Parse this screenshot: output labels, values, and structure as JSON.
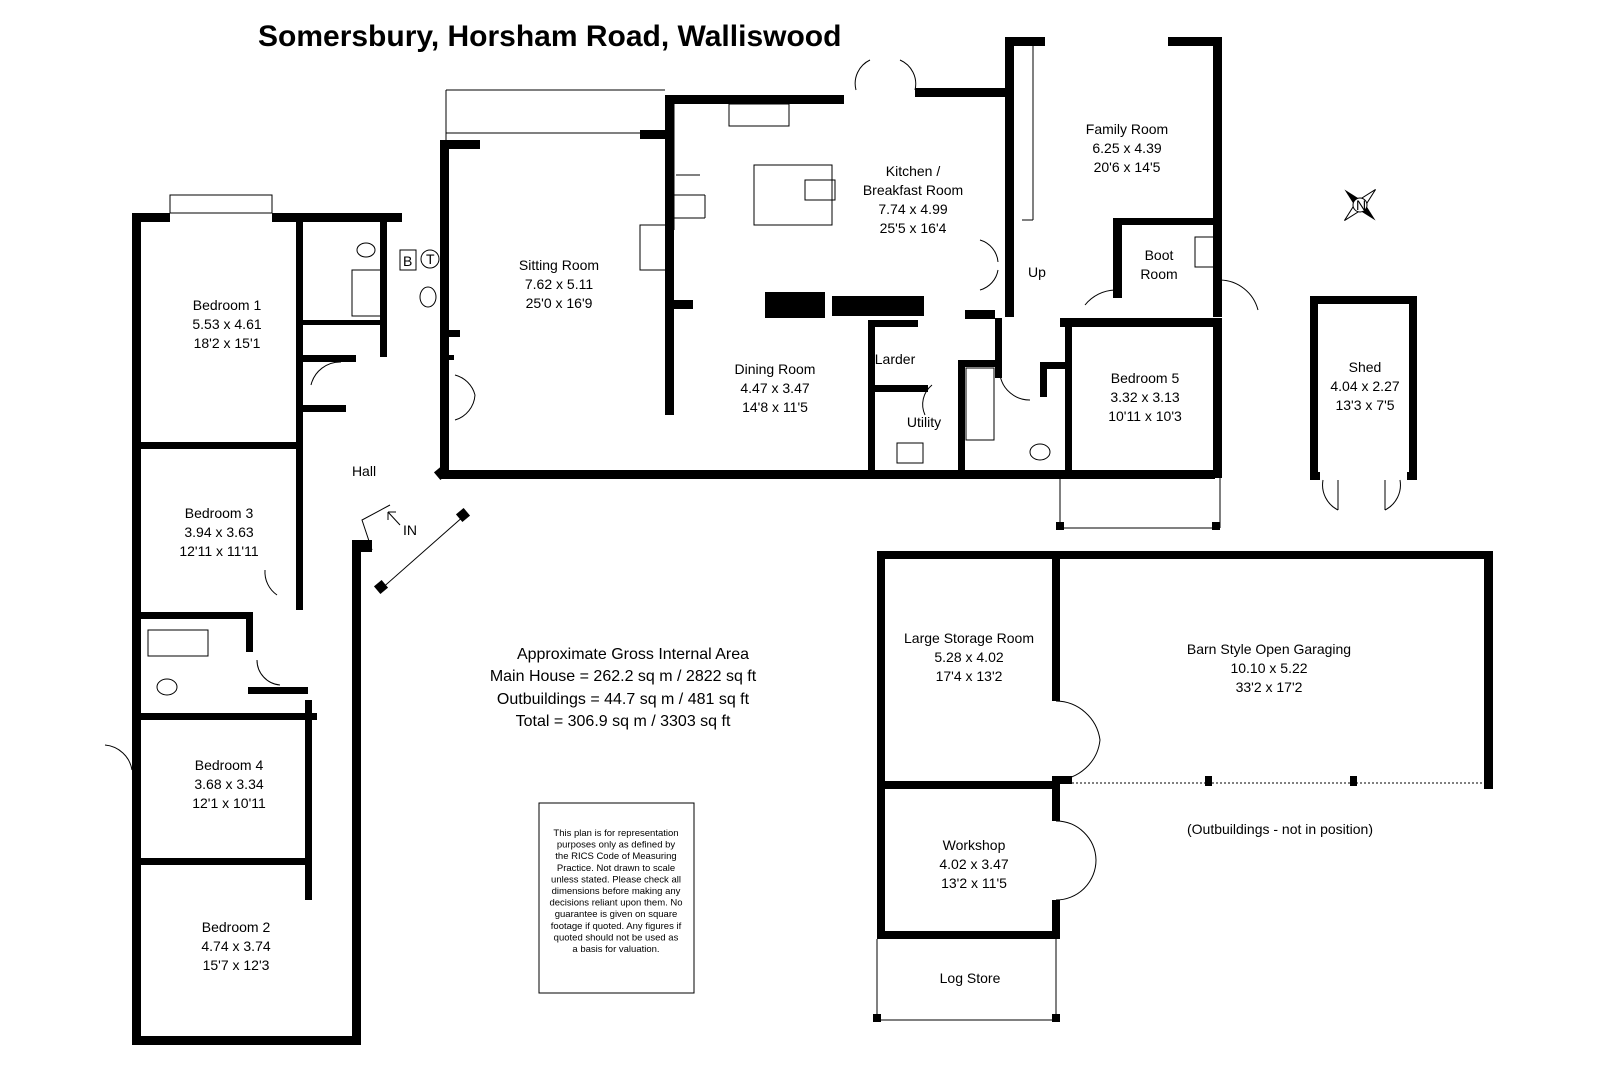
{
  "title": "Somersbury, Horsham Road, Walliswood",
  "rooms": [
    {
      "id": "sitting-room",
      "lines": [
        "Sitting Room",
        "7.62 x 5.11",
        "25'0 x 16'9"
      ]
    },
    {
      "id": "kitchen",
      "lines": [
        "Kitchen /",
        "Breakfast Room",
        "7.74 x 4.99",
        "25'5 x 16'4"
      ]
    },
    {
      "id": "family-room",
      "lines": [
        "Family Room",
        "6.25 x 4.39",
        "20'6 x 14'5"
      ]
    },
    {
      "id": "boot-room",
      "lines": [
        "Boot",
        "Room"
      ]
    },
    {
      "id": "bedroom-1",
      "lines": [
        "Bedroom 1",
        "5.53 x 4.61",
        "18'2 x 15'1"
      ]
    },
    {
      "id": "dining-room",
      "lines": [
        "Dining Room",
        "4.47 x 3.47",
        "14'8 x 11'5"
      ]
    },
    {
      "id": "larder",
      "lines": [
        "Larder"
      ]
    },
    {
      "id": "utility",
      "lines": [
        "Utility"
      ]
    },
    {
      "id": "bedroom-5",
      "lines": [
        "Bedroom 5",
        "3.32 x 3.13",
        "10'11 x 10'3"
      ]
    },
    {
      "id": "hall",
      "lines": [
        "Hall"
      ]
    },
    {
      "id": "bedroom-3",
      "lines": [
        "Bedroom 3",
        "3.94 x 3.63",
        "12'11 x 11'11"
      ]
    },
    {
      "id": "bedroom-4",
      "lines": [
        "Bedroom 4",
        "3.68 x 3.34",
        "12'1 x 10'11"
      ]
    },
    {
      "id": "bedroom-2",
      "lines": [
        "Bedroom 2",
        "4.74 x 3.74",
        "15'7 x 12'3"
      ]
    },
    {
      "id": "shed",
      "lines": [
        "Shed",
        "4.04 x 2.27",
        "13'3 x 7'5"
      ]
    },
    {
      "id": "large-storage-room",
      "lines": [
        "Large Storage Room",
        "5.28 x 4.02",
        "17'4 x 13'2"
      ]
    },
    {
      "id": "barn-garaging",
      "lines": [
        "Barn Style Open Garaging",
        "10.10 x 5.22",
        "33'2 x 17'2"
      ]
    },
    {
      "id": "workshop",
      "lines": [
        "Workshop",
        "4.02 x 3.47",
        "13'2 x 11'5"
      ]
    },
    {
      "id": "log-store",
      "lines": [
        "Log Store"
      ]
    }
  ],
  "labels": {
    "up": "Up",
    "in": "IN",
    "boiler": "B",
    "tank": "T",
    "compass": "N"
  },
  "area": {
    "heading": "Approximate Gross Internal Area",
    "main_house": "Main House = 262.2 sq m / 2822 sq ft",
    "outbuildings": "Outbuildings = 44.7 sq m / 481 sq ft",
    "total": "Total = 306.9 sq m / 3303 sq ft"
  },
  "outbuildings_note": "(Outbuildings - not in position)",
  "disclaimer": [
    "This plan is for representation",
    "purposes only as defined by",
    "the RICS Code of Measuring",
    "Practice. Not drawn to scale",
    "unless stated. Please check all",
    "dimensions before making any",
    "decisions reliant upon them. No",
    "guarantee is given on square",
    "footage if quoted. Any figures if",
    "quoted should not be used as",
    "a basis for valuation."
  ]
}
